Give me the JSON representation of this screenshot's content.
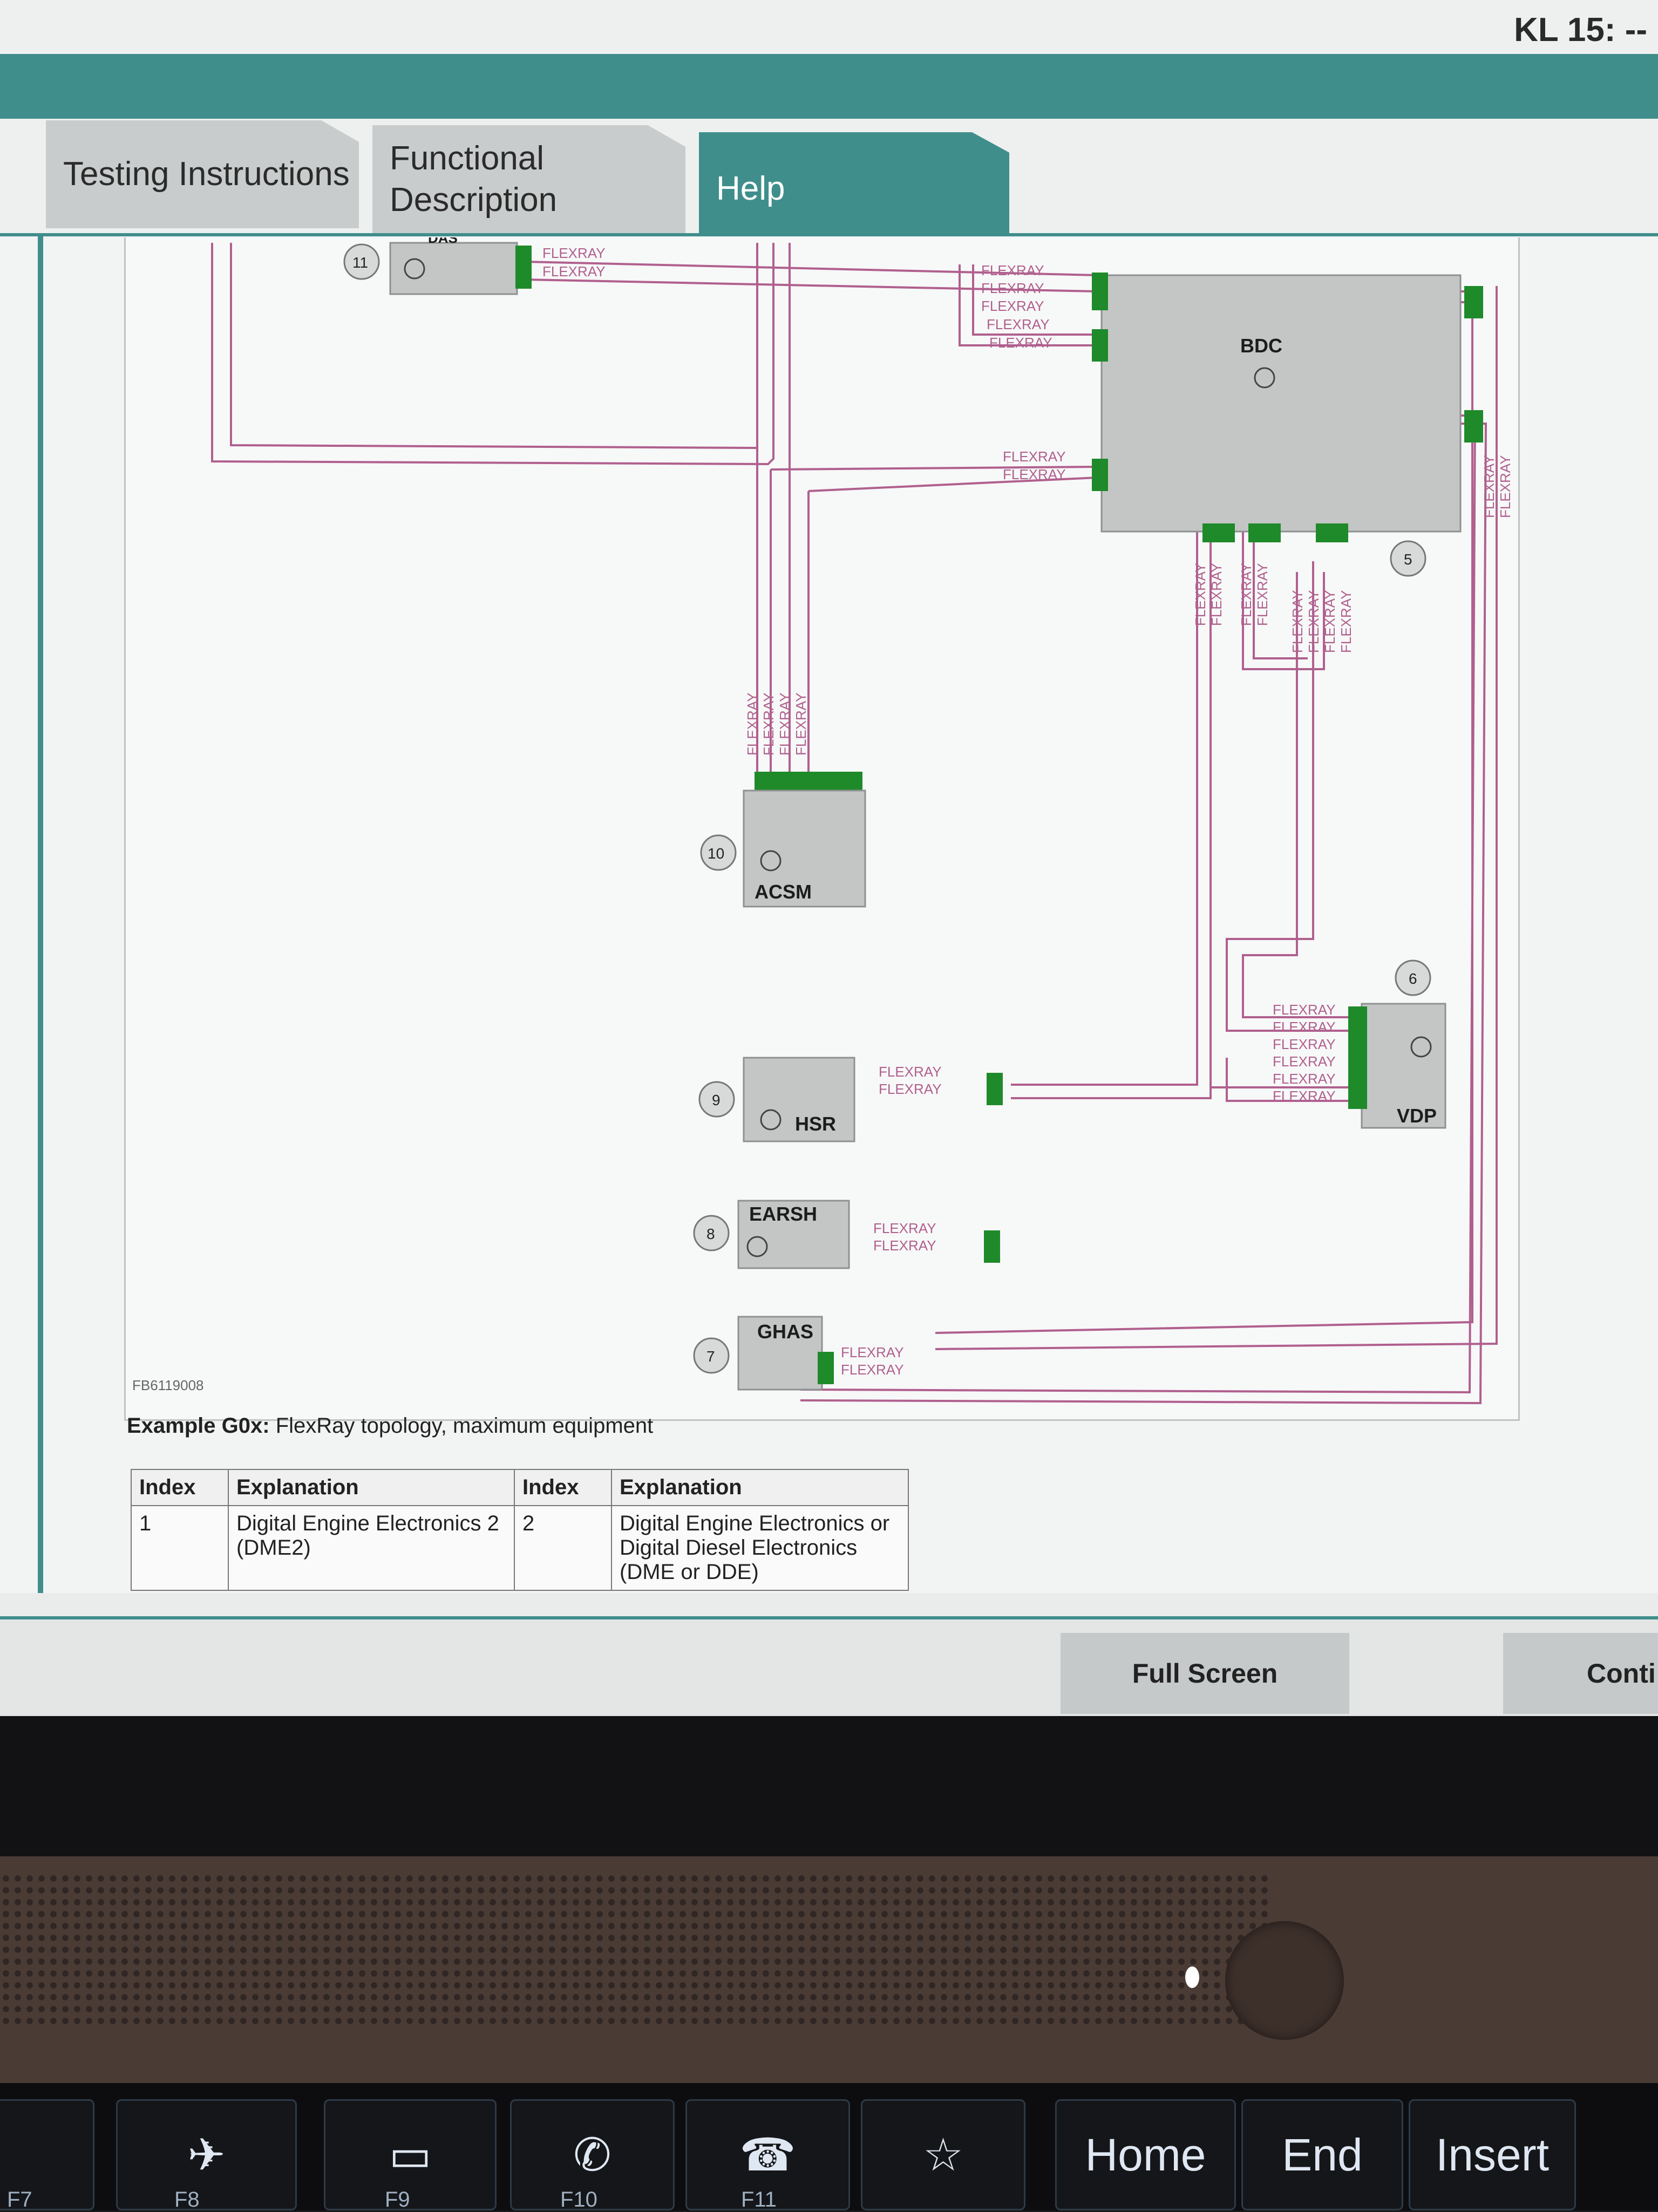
{
  "status": {
    "kl15": "KL 15:  --"
  },
  "tabs": [
    {
      "label": "Testing Instructions"
    },
    {
      "label_line1": "Functional",
      "label_line2": "Description"
    },
    {
      "label": "Help"
    }
  ],
  "diagram": {
    "bus_label": "FLEXRAY",
    "figure_code": "FB6119008",
    "nodes": [
      {
        "index": "11",
        "name": "DAS"
      },
      {
        "index": "5",
        "name": "BDC"
      },
      {
        "index": "10",
        "name": "ACSM"
      },
      {
        "index": "6",
        "name": "VDP"
      },
      {
        "index": "9",
        "name": "HSR"
      },
      {
        "index": "8",
        "name": "EARSH"
      },
      {
        "index": "7",
        "name": "GHAS"
      }
    ]
  },
  "caption": {
    "bold": "Example G0x:",
    "text": " FlexRay topology, maximum equipment"
  },
  "legend": {
    "headers": [
      "Index",
      "Explanation",
      "Index",
      "Explanation"
    ],
    "rows": [
      [
        "1",
        "Digital Engine Electronics 2 (DME2)",
        "2",
        "Digital Engine Electronics or Digital Diesel Electronics (DME or DDE)"
      ]
    ]
  },
  "buttons": {
    "full_screen": "Full Screen",
    "continue": "Conti"
  },
  "keyboard": {
    "keys": [
      {
        "label": "",
        "sub": "F7"
      },
      {
        "label": "✈",
        "sub": "F8"
      },
      {
        "label": "▭",
        "sub": "F9"
      },
      {
        "label": "✆",
        "sub": "F10"
      },
      {
        "label": "☎",
        "sub": "F11"
      },
      {
        "label": "☆",
        "sub": ""
      },
      {
        "label": "Home",
        "sub": ""
      },
      {
        "label": "End",
        "sub": ""
      },
      {
        "label": "Insert",
        "sub": ""
      }
    ]
  },
  "colors": {
    "accent": "#3f8e8c",
    "flexray_line": "#b0608e",
    "connector": "#1f8a2a",
    "module": "#c4c6c6"
  }
}
